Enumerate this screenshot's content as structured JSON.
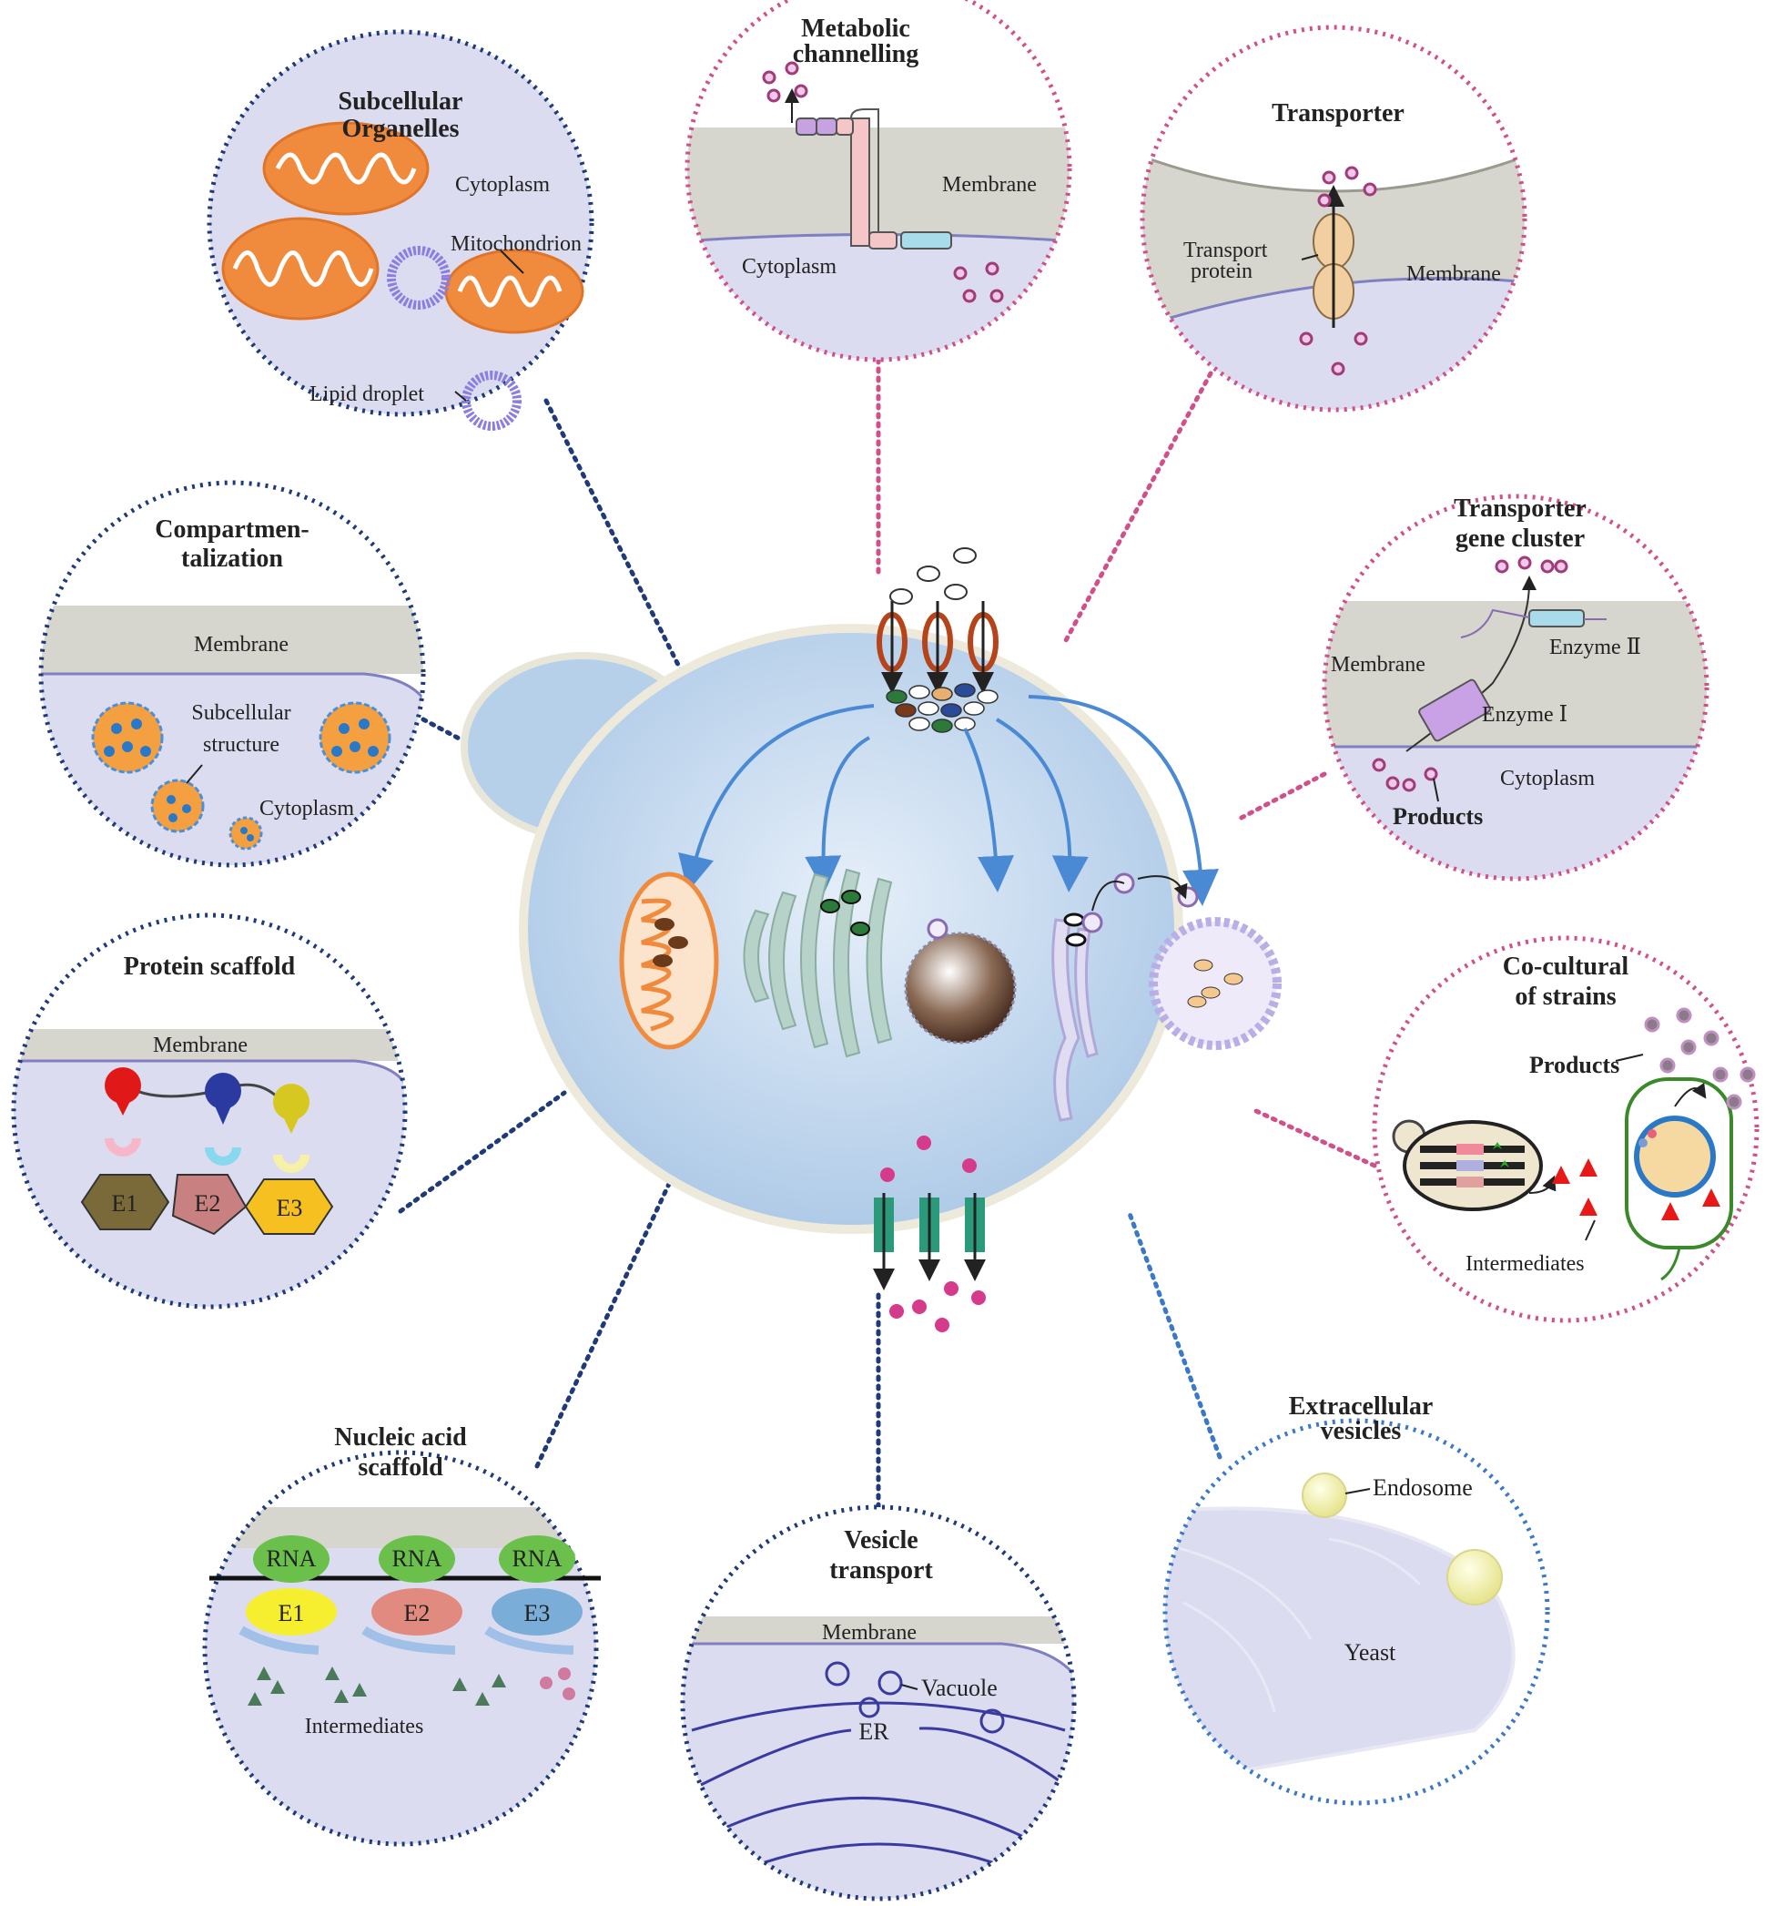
{
  "panels": {
    "organelles": {
      "title_1": "Subcellular",
      "title_2": "Organelles",
      "cytoplasm": "Cytoplasm",
      "mitochondrion": "Mitochondrion",
      "lipid_droplet": "Lipid droplet"
    },
    "metabolic": {
      "title_1": "Metabolic",
      "title_2": "channelling",
      "membrane": "Membrane",
      "cytoplasm": "Cytoplasm"
    },
    "transporter": {
      "title": "Transporter",
      "transport_1": "Transport",
      "transport_2": "protein",
      "membrane": "Membrane"
    },
    "compartment": {
      "title_1": "Compartmen-",
      "title_2": "talization",
      "membrane": "Membrane",
      "sub_1": "Subcellular",
      "sub_2": "structure",
      "cytoplasm": "Cytoplasm"
    },
    "cluster": {
      "title_1": "Transporter",
      "title_2": "gene cluster",
      "membrane": "Membrane",
      "enzyme2": "Enzyme Ⅱ",
      "enzyme1": "Enzyme Ⅰ",
      "cytoplasm": "Cytoplasm",
      "products": "Products"
    },
    "protein": {
      "title": "Protein scaffold",
      "membrane": "Membrane",
      "e1": "E1",
      "e2": "E2",
      "e3": "E3"
    },
    "coculture": {
      "title_1": "Co-cultural",
      "title_2": "of strains",
      "products": "Products",
      "intermediates": "Intermediates"
    },
    "nucleic": {
      "title_1": "Nucleic acid",
      "title_2": "scaffold",
      "rna": "RNA",
      "e1": "E1",
      "e2": "E2",
      "e3": "E3",
      "intermediates": "Intermediates"
    },
    "vesicle": {
      "title_1": "Vesicle",
      "title_2": "transport",
      "membrane": "Membrane",
      "vacuole": "Vacuole",
      "er": "ER"
    },
    "extracellular": {
      "title_1": "Extracellular",
      "title_2": "vesicles",
      "endosome": "Endosome",
      "yeast": "Yeast"
    }
  },
  "colors": {
    "navy_dots": "#1f3a7a",
    "pink_dots": "#d0508a",
    "blue_dots": "#3a78c8",
    "cell_fill": "#c9dcf0",
    "mito_orange": "#f08a3c",
    "membrane_grey": "#d6d6cf",
    "cytoplasm_lavender": "#dcdcf0"
  }
}
